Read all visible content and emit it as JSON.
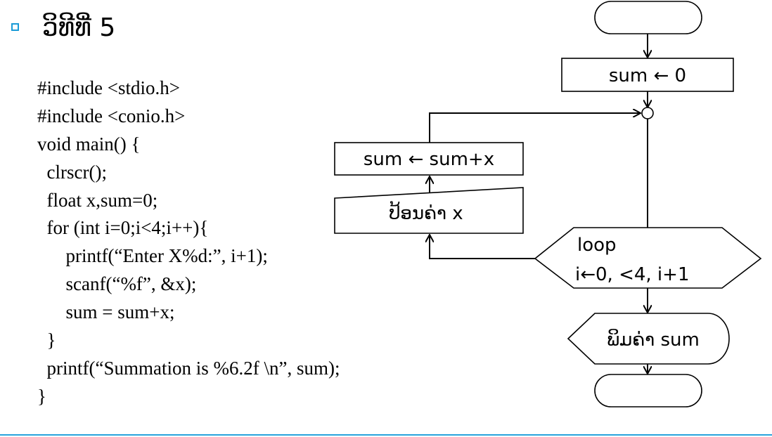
{
  "slide": {
    "title": "ວິທີທີ່ 5",
    "accent_color": "#1a9bd7",
    "bullet_icon": "hollow-square-bullet"
  },
  "code": {
    "lines": [
      "#include <stdio.h>",
      "#include <conio.h>",
      "void main() {",
      "  clrscr();",
      "  float x,sum=0;",
      "  for (int i=0;i<4;i++){",
      "      printf(“Enter X%d:”, i+1);",
      "      scanf(“%f”, &x);",
      "      sum = sum+x;",
      "  }",
      "  printf(“Summation is %6.2f \\n”, sum);",
      "}"
    ]
  },
  "flowchart": {
    "init_label": "sum ← 0",
    "update_label": "sum ← sum+x",
    "input_label": "ປ້ອນຄ່າ x",
    "loop_label_line1": "loop",
    "loop_label_line2": "i←0, <4, i+1",
    "output_label": "ພິມຄ່າ sum"
  }
}
